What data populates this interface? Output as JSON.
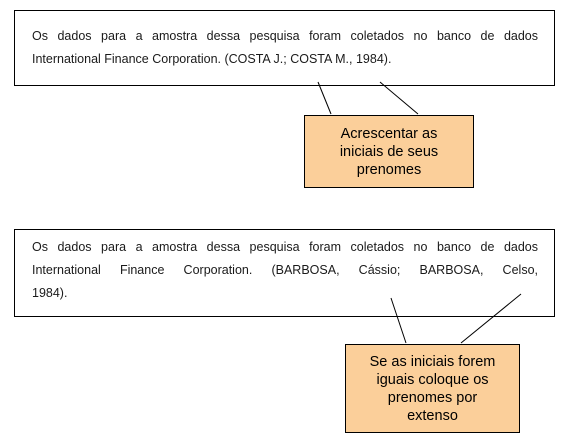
{
  "examples": [
    {
      "citation_lines": [
        "Os dados para a amostra dessa pesquisa foram coletados no banco de dados",
        "International Finance Corporation. (COSTA J.; COSTA M., 1984)."
      ],
      "callout_lines": [
        "Acrescentar as",
        "iniciais de seus",
        "prenomes"
      ]
    },
    {
      "citation_lines": [
        "Os dados para a amostra dessa pesquisa foram coletados no banco de dados",
        "International Finance Corporation. (BARBOSA, Cássio; BARBOSA, Celso,",
        "1984)."
      ],
      "callout_lines": [
        "Se as iniciais forem",
        "iguais coloque os",
        "prenomes por",
        "extenso"
      ]
    }
  ],
  "colors": {
    "callout_fill": "#FBCF9A",
    "border": "#000000",
    "text": "#1a1a1a"
  }
}
